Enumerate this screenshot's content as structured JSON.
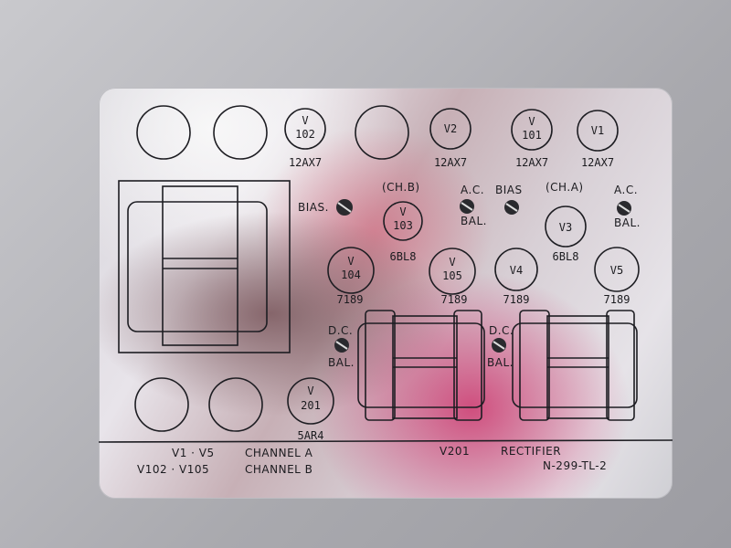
{
  "tubes": {
    "v102": {
      "line1": "V",
      "line2": "102",
      "type": "12AX7"
    },
    "v2": {
      "label": "V2",
      "type": "12AX7"
    },
    "v101": {
      "line1": "V",
      "line2": "101",
      "type": "12AX7"
    },
    "v1": {
      "label": "V1",
      "type": "12AX7"
    },
    "v103": {
      "line1": "V",
      "line2": "103",
      "type": "6BL8"
    },
    "v3": {
      "label": "V3",
      "type": "6BL8"
    },
    "v104": {
      "line1": "V",
      "line2": "104",
      "type": "7189"
    },
    "v105": {
      "line1": "V",
      "line2": "105",
      "type": "7189"
    },
    "v4": {
      "label": "V4",
      "type": "7189"
    },
    "v5": {
      "label": "V5",
      "type": "7189"
    },
    "v201": {
      "line1": "V",
      "line2": "201",
      "type": "5AR4"
    }
  },
  "controls": {
    "bias_b": "BIAS.",
    "bias_a": "BIAS",
    "ac": "A.C.",
    "bal": "BAL.",
    "dc": "D.C.",
    "ch_b": "(CH.B)",
    "ch_a": "(CH.A)"
  },
  "legend": {
    "row1_left": "V1 · V5",
    "row1_mid": "CHANNEL A",
    "row1_v": "V201",
    "row1_right": "RECTIFIER",
    "row2_left": "V102 · V105",
    "row2_mid": "CHANNEL B",
    "part_no": "N-299-TL-2"
  }
}
